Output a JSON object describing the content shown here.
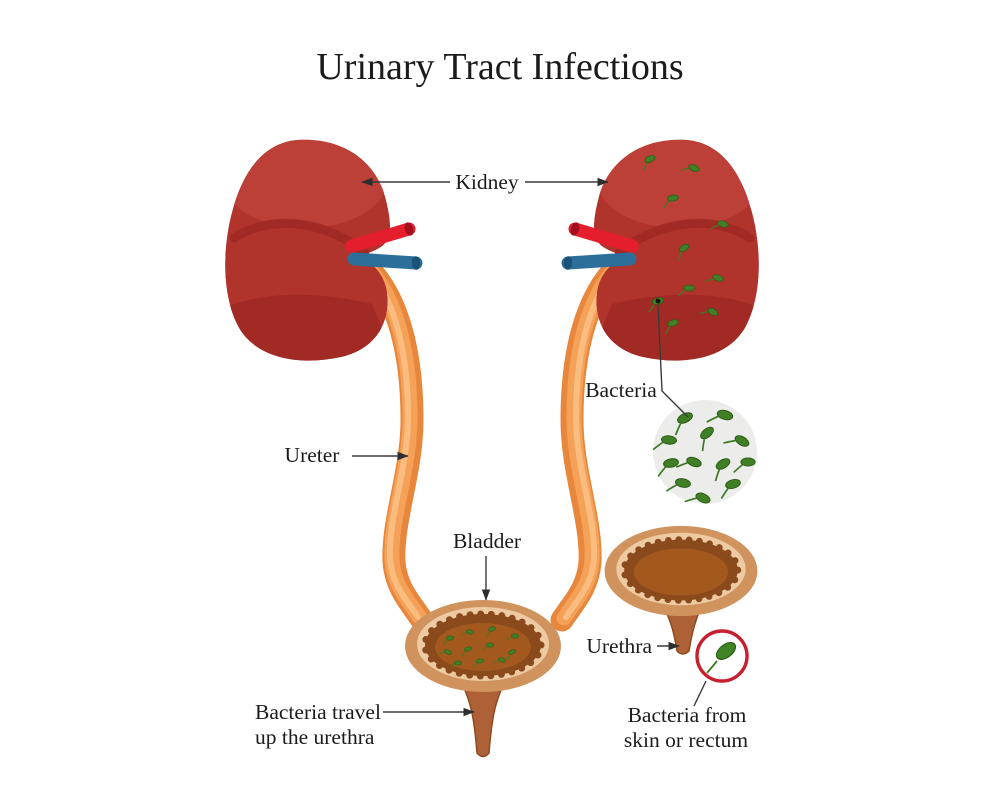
{
  "title": "Urinary Tract Infections",
  "diagram": {
    "labels": {
      "kidney": "Kidney",
      "bacteria": "Bacteria",
      "ureter": "Ureter",
      "bladder": "Bladder",
      "urethra": "Urethra",
      "bacteria_travel": [
        "Bacteria travel",
        "up the urethra"
      ],
      "bacteria_from": [
        "Bacteria from",
        "skin or rectum"
      ]
    },
    "colors": {
      "kidney_main": "#b0332c",
      "kidney_highlight": "#bc4037",
      "kidney_shade": "#a12b24",
      "artery_red": "#e41e2c",
      "artery_cap": "#a50f1d",
      "vein_blue": "#2b6f9a",
      "vein_cap": "#1c5276",
      "ureter_dark": "#e8873c",
      "ureter_mid": "#f5a158",
      "ureter_light": "#fbbd7f",
      "bladder_outer": "#d0935d",
      "bladder_ring_light": "#eecaa3",
      "bladder_ring_dark": "#8a4a1b",
      "bladder_inner": "#a3591d",
      "urethra_funnel": "#ae6136",
      "bacteria_green": "#417f27",
      "bacteria_green_dark": "#2b5c16",
      "magnifier_bg": "#ececea",
      "alert_ring_red": "#c6202f",
      "label_ink": "#1b1b1b"
    }
  }
}
